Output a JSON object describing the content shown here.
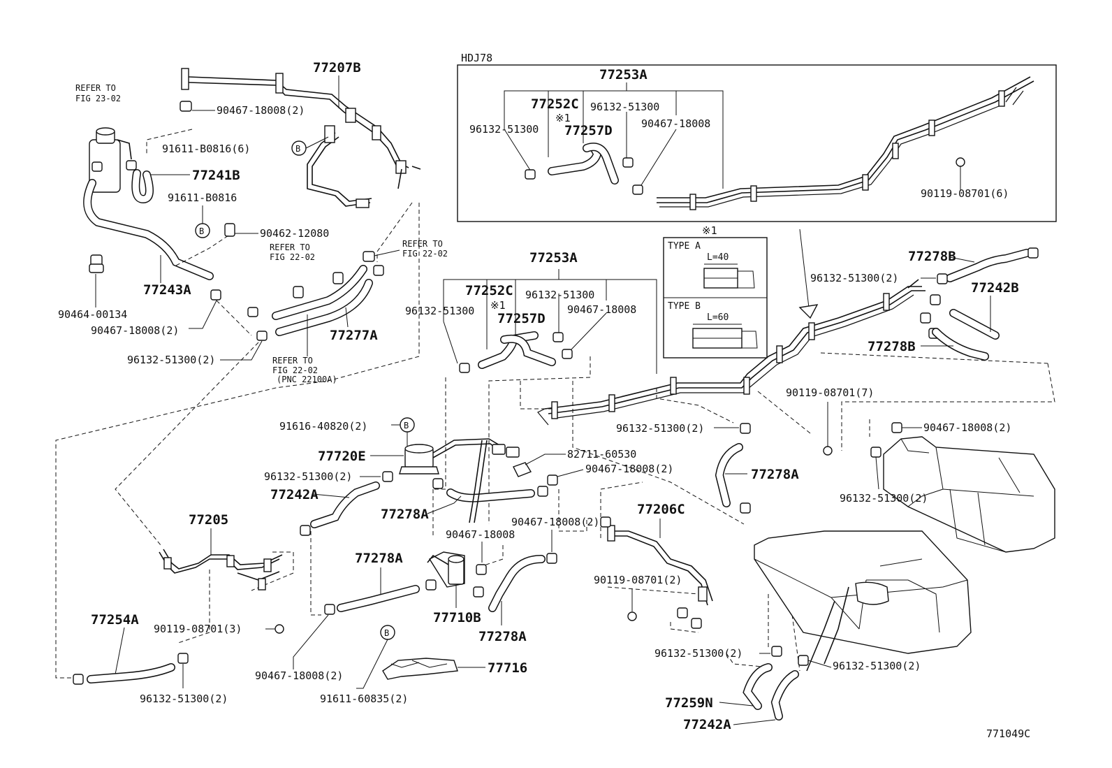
{
  "figure_id": "771049C",
  "frame_title": "HDJ78",
  "note_mark": "※1",
  "circle_marker": "B",
  "refer": {
    "fig_23_02": [
      "REFER TO",
      "FIG 23-02"
    ],
    "fig_22_02_a": [
      "REFER TO",
      "FIG 22-02"
    ],
    "fig_22_02_b": [
      "REFER TO",
      "FIG 22-02"
    ],
    "fig_22_02_c": [
      "REFER TO",
      "FIG 22-02",
      "(PNC 22100A)"
    ]
  },
  "types": {
    "a_label": "TYPE  A",
    "a_len": "L=40",
    "b_label": "TYPE  B",
    "b_len": "L=60"
  },
  "parts": {
    "p77207B": "77207B",
    "p77241B": "77241B",
    "p77243A": "77243A",
    "p77277A": "77277A",
    "p77253A_top": "77253A",
    "p77252C_top": "77252C",
    "p77257D_top": "77257D",
    "p77253A_mid": "77253A",
    "p77252C_mid": "77252C",
    "p77257D_mid": "77257D",
    "p77278B_1": "77278B",
    "p77242B": "77242B",
    "p77278B_2": "77278B",
    "p77720E": "77720E",
    "p77242A_1": "77242A",
    "p77278A_1": "77278A",
    "p77205": "77205",
    "p77278A_2": "77278A",
    "p77710B": "77710B",
    "p77278A_3": "77278A",
    "p77206C": "77206C",
    "p77278A_4": "77278A",
    "p77254A": "77254A",
    "p77716": "77716",
    "p77259N": "77259N",
    "p77242A_2": "77242A"
  },
  "numbers": {
    "n1": "90467-18008(2)",
    "n2": "91611-B0816(6)",
    "n3": "91611-B0816",
    "n4": "90462-12080",
    "n5": "90464-00134",
    "n6": "90467-18008(2)",
    "n7": "96132-51300(2)",
    "n8": "96132-51300",
    "n9": "96132-51300",
    "n10": "90467-18008",
    "n11": "90119-08701(6)",
    "n12": "96132-51300",
    "n13": "96132-51300",
    "n14": "90467-18008",
    "n15": "96132-51300(2)",
    "n16": "90119-08701(7)",
    "n17": "96132-51300(2)",
    "n18": "91616-40820(2)",
    "n19": "82711-60530",
    "n20": "96132-51300(2)",
    "n21": "90467-18008(2)",
    "n22": "90467-18008(2)",
    "n23": "90467-18008",
    "n24": "90467-18008(2)",
    "n25": "96132-51300(2)",
    "n26": "90119-08701(2)",
    "n27": "90119-08701(3)",
    "n28": "90467-18008(2)",
    "n29": "91611-60835(2)",
    "n30": "96132-51300(2)",
    "n31": "96132-51300(2)",
    "n32": "96132-51300(2)"
  }
}
